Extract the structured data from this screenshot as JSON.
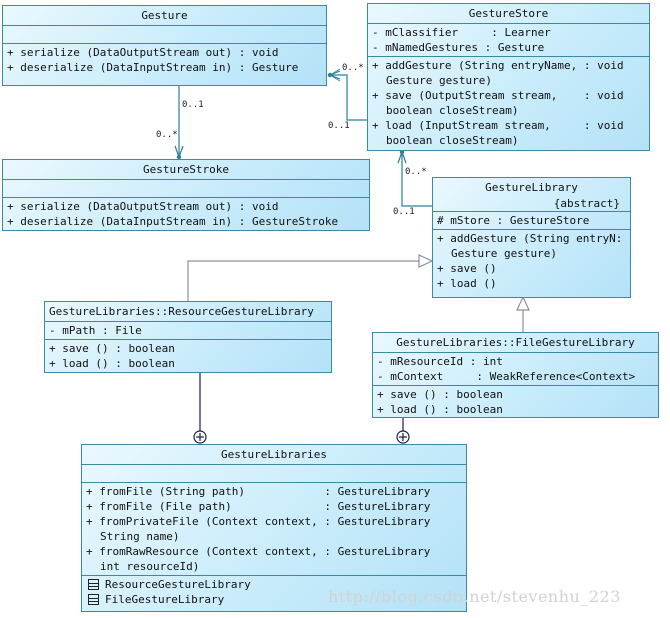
{
  "diagram": {
    "type": "UML class diagram",
    "classes": {
      "gesture": {
        "name": "Gesture",
        "attributes": [],
        "operations": [
          {
            "sig": "+ serialize (DataOutputStream out)",
            "ret": " : void"
          },
          {
            "sig": "+ deserialize (DataInputStream in)",
            "ret": " : Gesture"
          }
        ]
      },
      "gesture_store": {
        "name": "GestureStore",
        "attributes": [
          "- mClassifier     : Learner",
          "- mNamedGestures : Gesture"
        ],
        "operations": [
          {
            "sig": "+ addGesture (String entryName, ",
            "ret": ": void",
            "cont": "Gesture gesture)"
          },
          {
            "sig": "+ save (OutputStream stream,    ",
            "ret": ": void",
            "cont": "boolean closeStream)"
          },
          {
            "sig": "+ load (InputStream stream,     ",
            "ret": ": void",
            "cont": "boolean closeStream)"
          }
        ]
      },
      "gesture_stroke": {
        "name": "GestureStroke",
        "attributes": [],
        "operations": [
          {
            "sig": "+ serialize (DataOutputStream out)",
            "ret": " : void"
          },
          {
            "sig": "+ deserialize (DataInputStream in)",
            "ret": " : GestureStroke"
          }
        ]
      },
      "gesture_library": {
        "name": "GestureLibrary",
        "stereotype": "{abstract}",
        "attributes": [
          "# mStore : GestureStore"
        ],
        "operations": [
          {
            "sig": "+ addGesture (String entryN:",
            "ret": "",
            "cont": "Gesture gesture)"
          },
          {
            "sig": "+ save ()",
            "ret": ""
          },
          {
            "sig": "+ load ()",
            "ret": ""
          }
        ]
      },
      "resource_gesture_library": {
        "name": "GestureLibraries::ResourceGestureLibrary",
        "attributes": [
          "- mPath : File"
        ],
        "operations": [
          {
            "sig": "+ save () : boolean",
            "ret": ""
          },
          {
            "sig": "+ load () : boolean",
            "ret": ""
          }
        ]
      },
      "file_gesture_library": {
        "name": "GestureLibraries::FileGestureLibrary",
        "attributes": [
          "- mResourceId : int",
          "- mContext     : WeakReference<Context>"
        ],
        "operations": [
          {
            "sig": "+ save () : boolean",
            "ret": ""
          },
          {
            "sig": "+ load () : boolean",
            "ret": ""
          }
        ]
      },
      "gesture_libraries": {
        "name": "GestureLibraries",
        "attributes": [],
        "operations": [
          {
            "sig": "+ fromFile (String path)            ",
            "ret": ": GestureLibrary"
          },
          {
            "sig": "+ fromFile (File path)              ",
            "ret": ": GestureLibrary"
          },
          {
            "sig": "+ fromPrivateFile (Context context, ",
            "ret": ": GestureLibrary",
            "cont": "String name)"
          },
          {
            "sig": "+ fromRawResource (Context context, ",
            "ret": ": GestureLibrary",
            "cont": "int resourceId)"
          }
        ],
        "nested_classes": [
          "ResourceGestureLibrary",
          "FileGestureLibrary"
        ]
      }
    },
    "multiplicities": {
      "store_gesture_source": "0..1",
      "store_gesture_target": "0..*",
      "gesture_stroke_source": "0..1",
      "gesture_stroke_target": "0..*",
      "library_store_source": "0..1",
      "library_store_target": "0..*"
    },
    "relationships": [
      {
        "type": "aggregation",
        "from": "GestureStore",
        "to": "Gesture"
      },
      {
        "type": "aggregation",
        "from": "Gesture",
        "to": "GestureStroke"
      },
      {
        "type": "aggregation",
        "from": "GestureLibrary",
        "to": "GestureStore"
      },
      {
        "type": "generalization",
        "from": "GestureLibraries::ResourceGestureLibrary",
        "to": "GestureLibrary"
      },
      {
        "type": "generalization",
        "from": "GestureLibraries::FileGestureLibrary",
        "to": "GestureLibrary"
      },
      {
        "type": "nesting",
        "from": "GestureLibraries::ResourceGestureLibrary",
        "to": "GestureLibraries"
      },
      {
        "type": "nesting",
        "from": "GestureLibraries::FileGestureLibrary",
        "to": "GestureLibraries"
      }
    ],
    "colors": {
      "box_border": "#3a8aa3",
      "box_fill_light": "#eaf8fe",
      "box_fill_dark": "#b4e2f7",
      "association_line": "#2d7f9a",
      "generalization_line": "#8a8fa6",
      "nesting_line": "#1c1c4a"
    }
  },
  "watermark": "http://blog.csdn.net/stevenhu_223"
}
